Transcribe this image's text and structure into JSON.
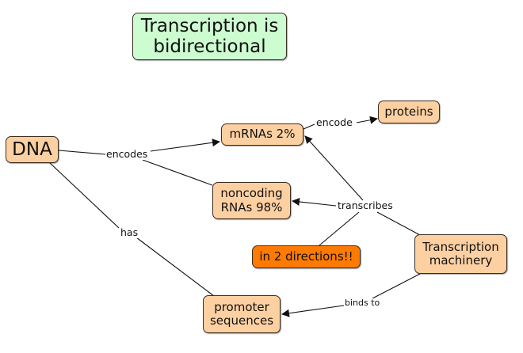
{
  "title": "Transcription is bidirectional",
  "colors": {
    "node": "#fdd0a2",
    "title_node": "#ccfcd0",
    "highlight_node": "#ff7a00",
    "line": "#111111"
  },
  "nodes": {
    "title": "Transcription is bidirectional",
    "dna": "DNA",
    "mrnas": "mRNAs 2%",
    "proteins": "proteins",
    "noncoding": "noncoding RNAs 98%",
    "directions": "in 2 directions!!",
    "machinery": "Transcription machinery",
    "promoter": "promoter sequences"
  },
  "links": {
    "encodes": "encodes",
    "encode": "encode",
    "transcribes": "transcribes",
    "has": "has",
    "binds_to": "binds to"
  }
}
